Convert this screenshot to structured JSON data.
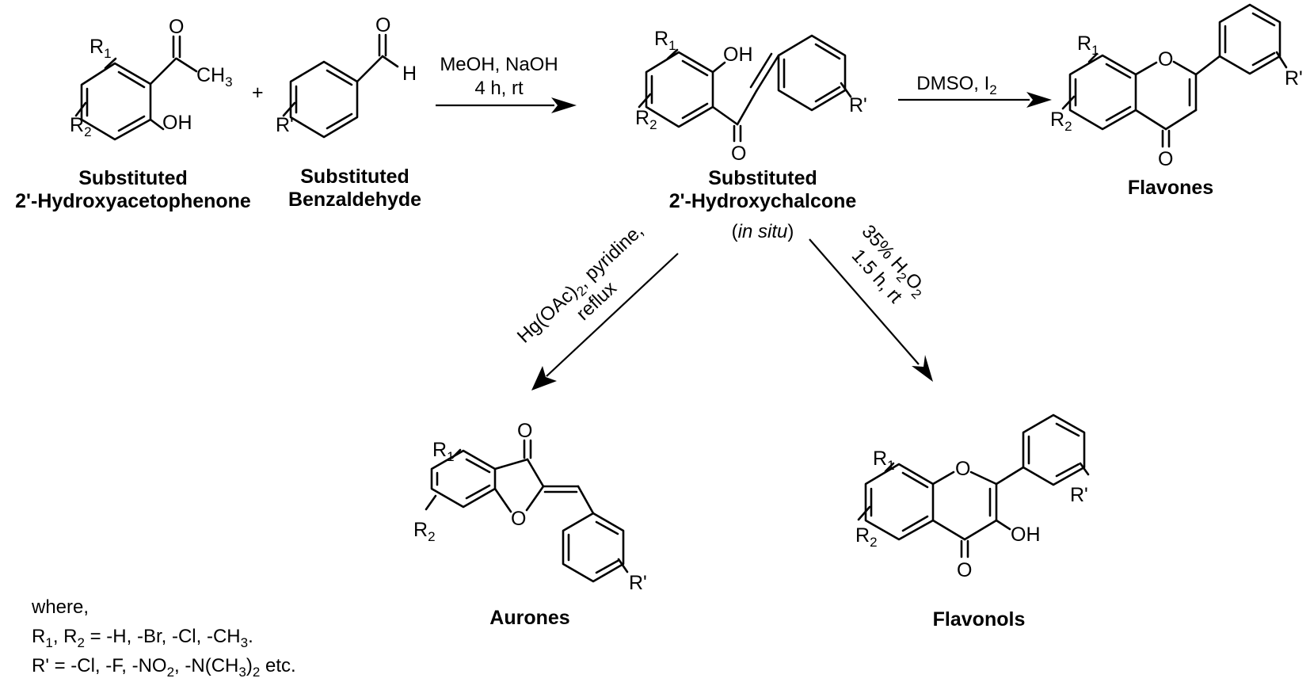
{
  "reactants": {
    "acetophenone_label_1": "Substituted",
    "acetophenone_label_2": "2'-Hydroxyacetophenone",
    "plus": "+",
    "benzaldehyde_label_1": "Substituted",
    "benzaldehyde_label_2": "Benzaldehyde"
  },
  "step1": {
    "line1": "MeOH, NaOH",
    "line2": "4 h, rt"
  },
  "chalcone": {
    "label_1": "Substituted",
    "label_2": "2'-Hydroxychalcone",
    "in_situ_open": "(",
    "in_situ": "in situ",
    "in_situ_close": ")"
  },
  "step2": {
    "reagent": "DMSO, I",
    "sub": "2"
  },
  "flavones": {
    "label": "Flavones"
  },
  "step3": {
    "part1": "Hg(OAc)",
    "sub": "2",
    "part2": ", pyridine,",
    "line2": "reflux"
  },
  "step4": {
    "part1": "35% H",
    "sub1": "2",
    "mid": "O",
    "sub2": "2",
    "line2": "1.5 h, rt"
  },
  "aurones": {
    "label": "Aurones"
  },
  "flavonols": {
    "label": "Flavonols"
  },
  "atoms": {
    "O": "O",
    "CH": "CH",
    "three": "3",
    "H": "H",
    "OH": "OH",
    "R": "R",
    "one": "1",
    "two": "2",
    "Rprime": "R'"
  },
  "legend": {
    "where": "where,",
    "r_line_R": "R",
    "r_line_sub1": "1",
    "r_line_mid": ", R",
    "r_line_sub2": "2",
    "r_line_end": " = -H, -Br, -Cl, -CH",
    "r_line_sub3": "3",
    "r_line_tail": ".",
    "rp_line_start": "R' = -Cl, -F, -NO",
    "rp_line_sub1": "2",
    "rp_line_mid": ", -N(CH",
    "rp_line_sub2": "3",
    "rp_line_close": ")",
    "rp_line_sub3": "2",
    "rp_line_end": " etc."
  }
}
